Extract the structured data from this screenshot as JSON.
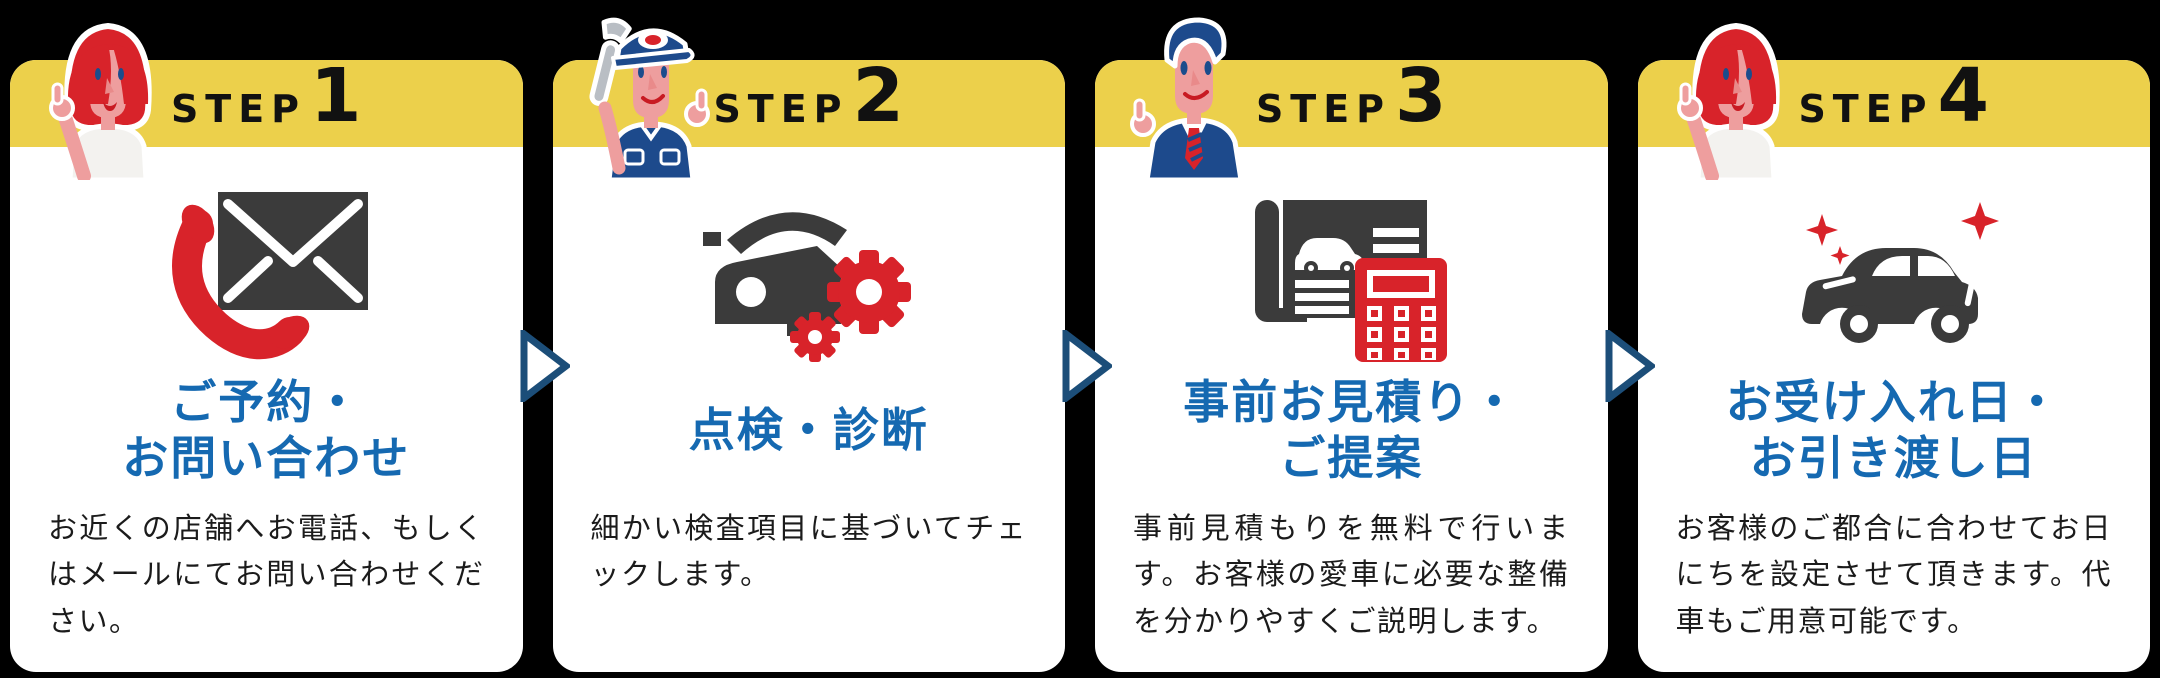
{
  "page_background": "#000000",
  "colors": {
    "card_bg": "#ffffff",
    "header_yellow": "#ecd04b",
    "title_blue": "#1569b1",
    "body_text": "#1b1b1b",
    "icon_dark": "#3b3b3b",
    "accent_red": "#d8232a",
    "arrow_navy": "#1c4e79",
    "step_text": "#111111"
  },
  "steps": [
    {
      "step_label": "STEP",
      "step_number": "1",
      "character": "woman-thumbs-up",
      "icon": "phone-mail-icon",
      "title_lines": [
        "ご予約・",
        "お問い合わせ"
      ],
      "description": "お近くの店舗へお電話、もしくはメールにてお問い合わせください。"
    },
    {
      "step_label": "STEP",
      "step_number": "2",
      "character": "mechanic-with-wrench",
      "icon": "car-gears-icon",
      "title_lines": [
        "点検・診断"
      ],
      "description": "細かい検査項目に基づいてチェックします。"
    },
    {
      "step_label": "STEP",
      "step_number": "3",
      "character": "businessman-thumbs-up",
      "icon": "estimate-calculator-icon",
      "title_lines": [
        "事前お見積り・",
        "ご提案"
      ],
      "description": "事前見積もりを無料で行います。お客様の愛車に必要な整備を分かりやすくご説明します。"
    },
    {
      "step_label": "STEP",
      "step_number": "4",
      "character": "woman-thumbs-up",
      "icon": "shiny-car-icon",
      "title_lines": [
        "お受け入れ日・",
        "お引き渡し日"
      ],
      "description": "お客様のご都合に合わせてお日にちを設定させて頂きます。代車もご用意可能です。"
    }
  ]
}
